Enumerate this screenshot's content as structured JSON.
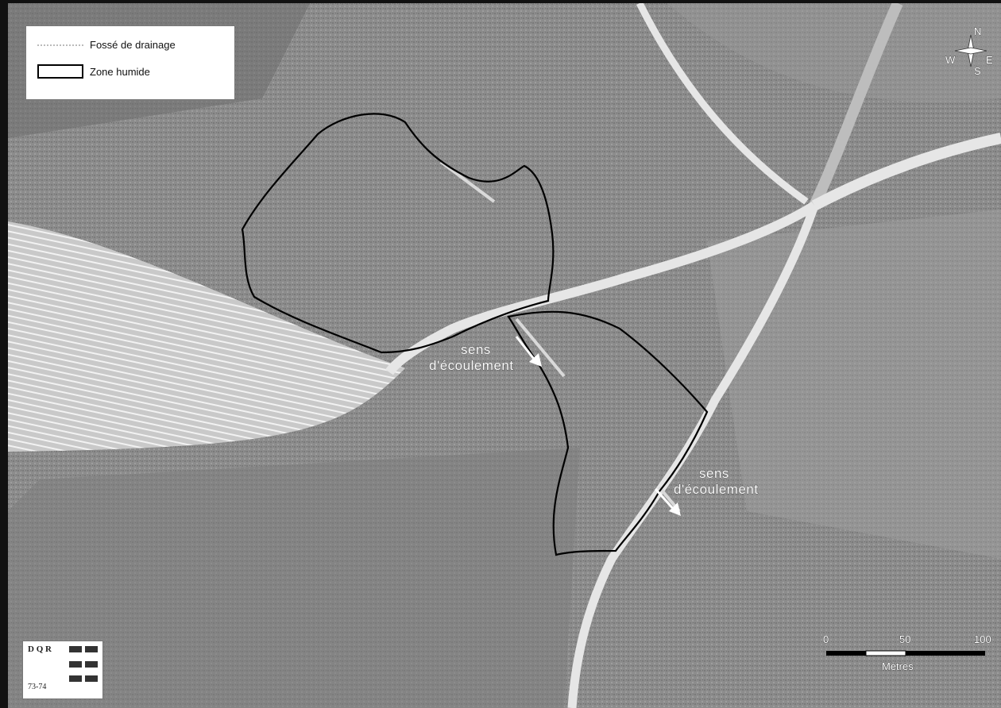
{
  "legend": {
    "items": [
      {
        "label": "Fossé de drainage"
      },
      {
        "label": "Zone humide"
      }
    ]
  },
  "annotations": {
    "flow_1_line1": "sens",
    "flow_1_line2": "d'écoulement",
    "flow_2_line1": "sens",
    "flow_2_line2": "d'écoulement"
  },
  "compass": {
    "n": "N",
    "s": "S",
    "e": "E",
    "w": "W"
  },
  "scale": {
    "ticks": [
      "0",
      "50",
      "100"
    ],
    "unit": "Mètres"
  },
  "logo": {
    "letters": "D Q R",
    "code": "73-74"
  },
  "colors": {
    "wetland_outline": "#000000",
    "ditch": "#d9d9d9",
    "road": "#e6e6e6",
    "imagery": "#8a8a8a"
  }
}
